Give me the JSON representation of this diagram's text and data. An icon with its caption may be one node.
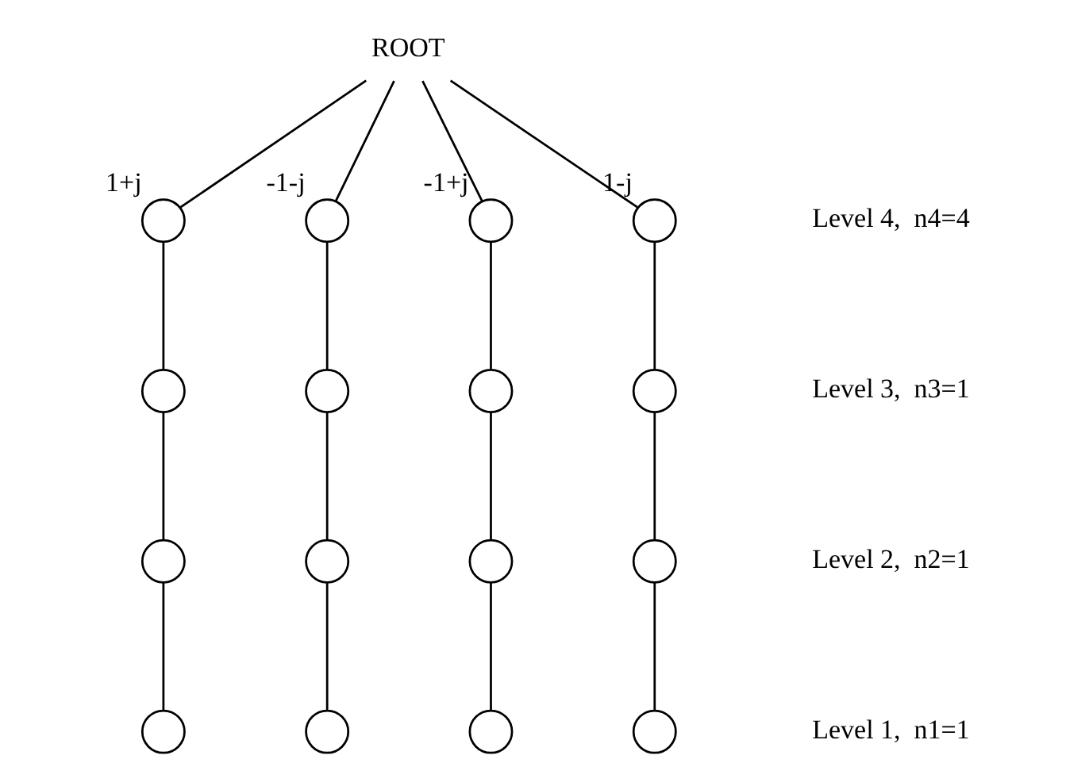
{
  "diagram": {
    "nodes": [
      {
        "text": [
          "ROOT"
        ]
      },
      {
        "text": [],
        "shape": "circle",
        "beside": [
          "1+j"
        ]
      },
      {
        "text": [],
        "shape": "circle",
        "beside": [
          "-1-j"
        ]
      },
      {
        "text": [],
        "shape": "circle",
        "beside": [
          "-1+j"
        ]
      },
      {
        "text": [],
        "shape": "circle",
        "beside": [
          "1-j"
        ]
      },
      {
        "text": [],
        "shape": "circle"
      },
      {
        "text": [],
        "shape": "circle"
      },
      {
        "text": [],
        "shape": "circle"
      },
      {
        "text": [],
        "shape": "circle"
      },
      {
        "text": [],
        "shape": "circle"
      },
      {
        "text": [],
        "shape": "circle"
      },
      {
        "text": [],
        "shape": "circle"
      },
      {
        "text": [],
        "shape": "circle"
      },
      {
        "text": [],
        "shape": "circle"
      },
      {
        "text": [],
        "shape": "circle"
      },
      {
        "text": [],
        "shape": "circle"
      },
      {
        "text": [],
        "shape": "circle"
      }
    ],
    "edges": [
      {
        "from": 0,
        "to": 1,
        "arrow": "none"
      },
      {
        "from": 0,
        "to": 2,
        "arrow": "none"
      },
      {
        "from": 0,
        "to": 3,
        "arrow": "none"
      },
      {
        "from": 0,
        "to": 4,
        "arrow": "none"
      },
      {
        "from": 1,
        "to": 5,
        "arrow": "none"
      },
      {
        "from": 2,
        "to": 6,
        "arrow": "none"
      },
      {
        "from": 3,
        "to": 7,
        "arrow": "none"
      },
      {
        "from": 4,
        "to": 8,
        "arrow": "none"
      },
      {
        "from": 5,
        "to": 9,
        "arrow": "none"
      },
      {
        "from": 6,
        "to": 10,
        "arrow": "none"
      },
      {
        "from": 7,
        "to": 11,
        "arrow": "none"
      },
      {
        "from": 8,
        "to": 12,
        "arrow": "none"
      },
      {
        "from": 9,
        "to": 13,
        "arrow": "none"
      },
      {
        "from": 10,
        "to": 14,
        "arrow": "none"
      },
      {
        "from": 11,
        "to": 15,
        "arrow": "none"
      },
      {
        "from": 12,
        "to": 16,
        "arrow": "none"
      }
    ],
    "labels": [
      "Level 4,  n4=4",
      "Level 3,  n3=1",
      "Level 2,  n2=1",
      "Level 1,  n1=1"
    ]
  }
}
